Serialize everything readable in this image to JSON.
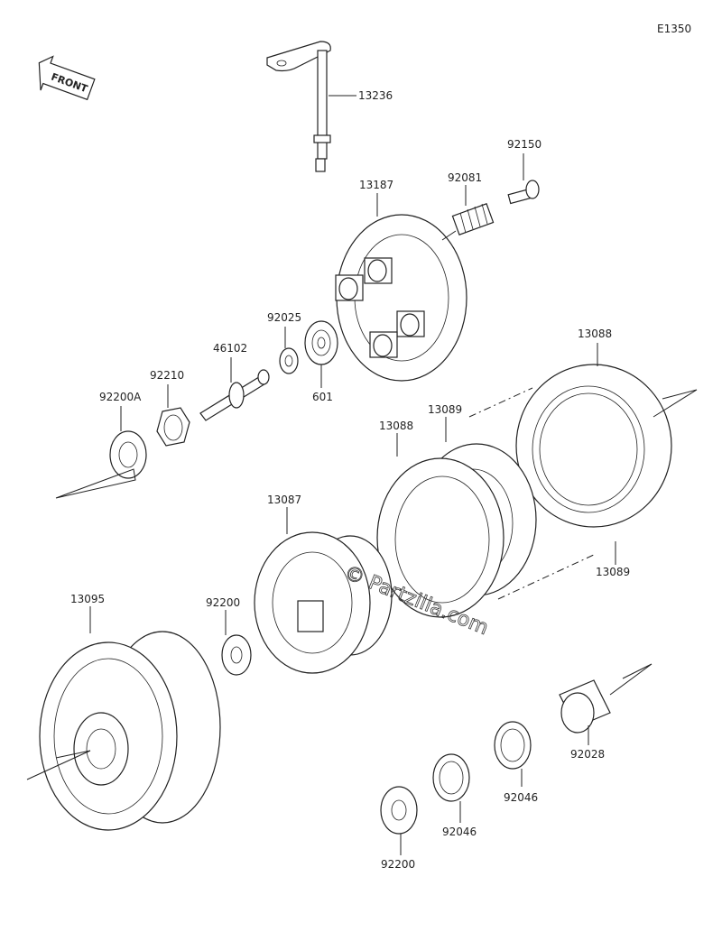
{
  "diagram_code": "E1350",
  "front_label": "FRONT",
  "watermark": "© Partzilla.com",
  "part_labels": {
    "p13236": "13236",
    "p92150": "92150",
    "p92081": "92081",
    "p13187": "13187",
    "p92025": "92025",
    "p46102": "46102",
    "p601": "601",
    "p92210": "92210",
    "p92200A": "92200A",
    "p13088_top": "13088",
    "p13089_top": "13089",
    "p13088_mid": "13088",
    "p13087": "13087",
    "p13089_bottom": "13089",
    "p13095": "13095",
    "p92200_mid": "92200",
    "p92028": "92028",
    "p92046_right": "92046",
    "p92046_left": "92046",
    "p92200_bottom": "92200"
  }
}
